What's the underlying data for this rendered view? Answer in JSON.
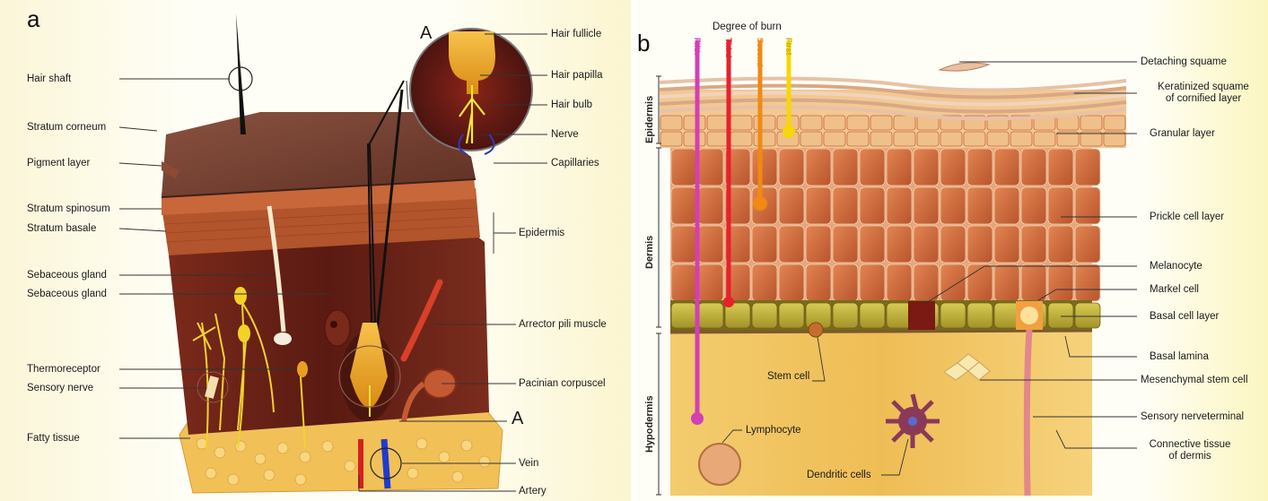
{
  "panel_a": {
    "letter": "a",
    "inset_letter": "A",
    "marker_letter": "A",
    "labels_left": {
      "hair_shaft": "Hair shaft",
      "stratum_corneum": "Stratum corneum",
      "pigment_layer": "Pigment layer",
      "stratum_spinosum": "Stratum spinosum",
      "stratum_basale": "Stratum basale",
      "sebaceous_gland_1": "Sebaceous gland",
      "sebaceous_gland_2": "Sebaceous gland",
      "thermoreceptor": "Thermoreceptor",
      "sensory_nerve": "Sensory nerve",
      "fatty_tissue": "Fatty tissue"
    },
    "labels_right": {
      "hair_fullicle": "Hair fullicle",
      "hair_papilla": "Hair papilla",
      "hair_bulb": "Hair bulb",
      "nerve": "Nerve",
      "capillaries": "Capillaries",
      "epidermis": "Epidermis",
      "arrector_pili_muscle": "Arrector pili muscle",
      "pacinian_corpuscel": "Pacinian corpuscel",
      "vein": "Vein",
      "artery": "Artery"
    }
  },
  "panel_b": {
    "letter": "b",
    "degree_of_burn": "Degree of burn",
    "burn_degrees": {
      "fifth": "Fifth",
      "third": "Third",
      "second": "Second",
      "first": "First"
    },
    "layers": {
      "epidermis": "Epidermis",
      "dermis": "Dermis",
      "hypodermis": "Hypodermis"
    },
    "labels_right": {
      "detaching_squame": "Detaching squame",
      "keratinized_squame_1": "Keratinized squame",
      "keratinized_squame_2": "of cornified layer",
      "granular_layer": "Granular layer",
      "prickle_cell_layer": "Prickle cell layer",
      "melanocyte": "Melanocyte",
      "markel_cell": "Markel cell",
      "basal_cell_layer": "Basal cell layer",
      "basal_lamina": "Basal lamina",
      "mesenchymal_stem_cell": "Mesenchymal stem cell",
      "sensory_nerveterminal": "Sensory nerveterminal",
      "connective_tissue_1": "Connective tissue",
      "connective_tissue_2": "of dermis"
    },
    "labels_inner": {
      "stem_cell": "Stem cell",
      "lymphocyte": "Lymphocyte",
      "dendritic_cells": "Dendritic cells"
    }
  },
  "colors": {
    "skin_top": "#7a4434",
    "dermis": "#6b2a1c",
    "fat": "#f2c255",
    "epidermis_cells": "#c86a3c",
    "basal_cells": "#b8a83a",
    "hypodermis": "#f0c261",
    "burn_fifth": "#d43fb4",
    "burn_third": "#e8202c",
    "burn_second": "#f08a12",
    "burn_first": "#f6d800"
  }
}
